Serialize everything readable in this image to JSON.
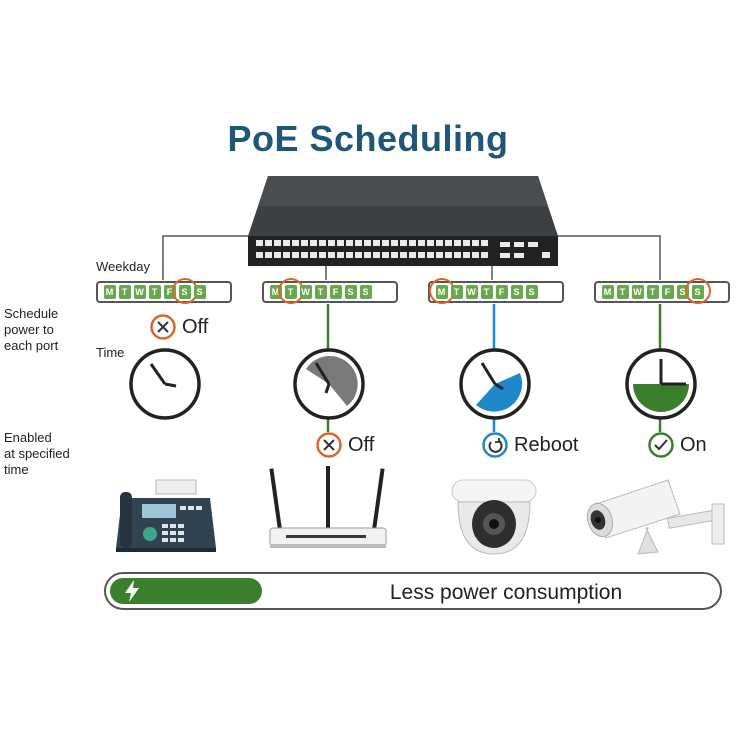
{
  "title": "PoE Scheduling",
  "labels": {
    "weekday": "Weekday",
    "schedule": "Schedule\npower to\neach port",
    "time": "Time",
    "enabled": "Enabled\nat specified\ntime"
  },
  "days": [
    "M",
    "T",
    "W",
    "T",
    "F",
    "S",
    "S"
  ],
  "ports": [
    {
      "device": "ip-phone",
      "selected_day": 5,
      "schedule_status": "Off",
      "action": "",
      "clock_fill": "none"
    },
    {
      "device": "wireless-router",
      "selected_day": 1,
      "schedule_status": "",
      "action": "Off",
      "clock_fill": "gray"
    },
    {
      "device": "dome-camera",
      "selected_day": 0,
      "schedule_status": "",
      "action": "Reboot",
      "clock_fill": "blue"
    },
    {
      "device": "bullet-camera",
      "selected_day": 6,
      "schedule_status": "",
      "action": "On",
      "clock_fill": "green"
    }
  ],
  "footer": {
    "text": "Less power consumption",
    "icon": "lightning-icon"
  },
  "colors": {
    "title": "#1f5778",
    "green": "#3a7f2c",
    "orange": "#d9672b",
    "blue": "#1e88c9",
    "gray": "#7a7a7a"
  }
}
